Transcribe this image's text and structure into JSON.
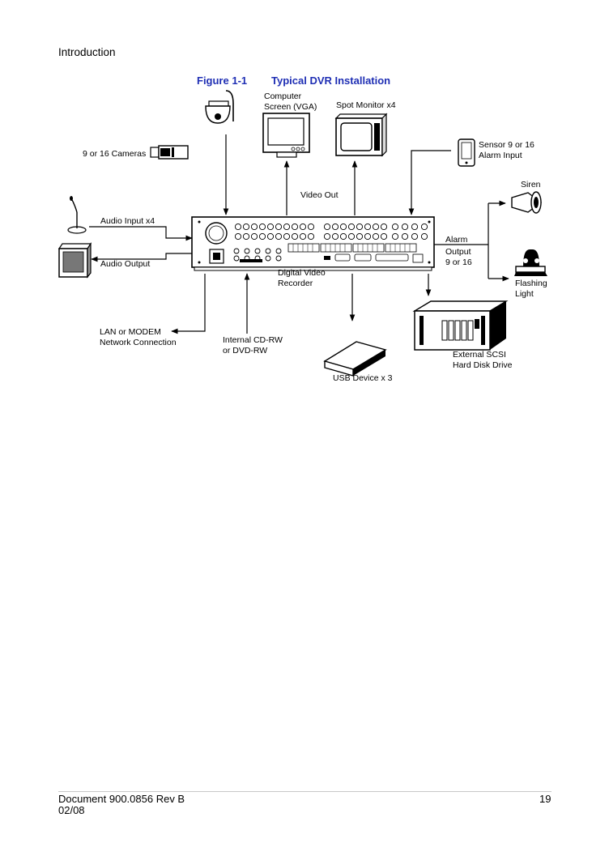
{
  "header": {
    "section": "Introduction"
  },
  "figure": {
    "number": "Figure 1-1",
    "title": "Typical DVR Installation",
    "labels": {
      "computer_screen": "Computer\nScreen (VGA)",
      "spot_monitor": "Spot Monitor x4",
      "sensor": "Sensor 9 or 16\nAlarm Input",
      "cameras": "9 or 16 Cameras",
      "video_out": "Video Out",
      "siren": "Siren",
      "audio_input": "Audio Input x4",
      "alarm": "Alarm",
      "output": "Output\n9 or 16",
      "audio_output": "Audio Output",
      "dvr": "Digital Video\nRecorder",
      "flashing_light": "Flashing\nLight",
      "lan": "LAN or MODEM\nNetwork Connection",
      "cdrw": "Internal CD-RW\nor DVD-RW",
      "scsi": "External SCSI\nHard Disk Drive",
      "usb": "USB Device x 3"
    }
  },
  "footer": {
    "document": "Document 900.0856 Rev B",
    "date": "02/08",
    "page": "19"
  }
}
